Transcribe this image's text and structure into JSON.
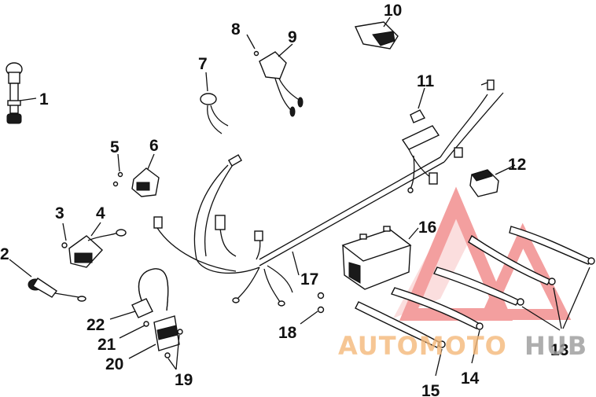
{
  "callouts": [
    "1",
    "2",
    "3",
    "4",
    "5",
    "6",
    "7",
    "8",
    "9",
    "10",
    "11",
    "12",
    "13",
    "14",
    "15",
    "16",
    "17",
    "18",
    "19",
    "20",
    "21",
    "22"
  ],
  "watermark": {
    "word_part_1": "AUTOMOTO",
    "word_part_2": "HUB",
    "color_1": "#f5b97a",
    "color_2": "#9a9a9a",
    "logo_color": "#f08080"
  },
  "colors": {
    "line": "#111111",
    "background": "#ffffff"
  }
}
